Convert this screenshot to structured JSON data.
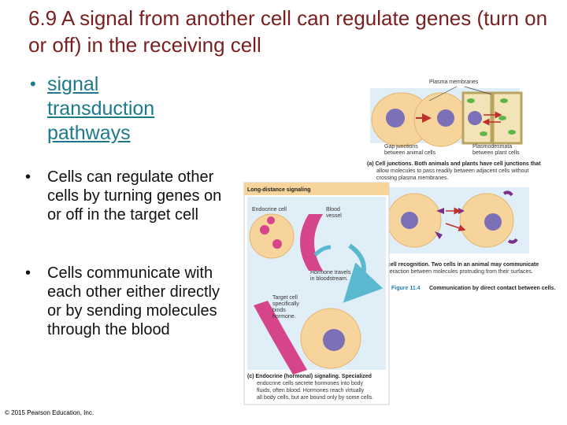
{
  "slide": {
    "title": "6.9 A signal from another cell can regulate genes (turn on or off) in the receiving cell",
    "bullet_main": "signal transduction pathways",
    "bullets": [
      "Cells can regulate other cells by turning genes on or off in the target cell",
      "Cells communicate with each other either directly or by sending molecules through the blood"
    ],
    "copyright": "© 2015 Pearson Education, Inc."
  },
  "figure": {
    "plasma_membranes": "Plasma membranes",
    "gap_junctions_1": "Gap junctions",
    "gap_junctions_2": "between animal cells",
    "plasmodesmata_1": "Plasmodesmata",
    "plasmodesmata_2": "between plant cells",
    "caption_a_1": "(a) Cell junctions. Both animals and plants have cell junctions that",
    "caption_a_2": "allow molecules to pass readily between adjacent cells without",
    "caption_a_3": "crossing plasma membranes.",
    "caption_b_1": "(b) Cell-cell recognition. Two cells in an animal may communicate",
    "caption_b_2": "by interaction between molecules protruding from their surfaces.",
    "figure_num": "Figure 11.4",
    "figure_caption": "Communication by direct contact between cells.",
    "long_distance": "Long-distance signaling",
    "endocrine_cell": "Endocrine cell",
    "blood_1": "Blood",
    "blood_2": "vessel",
    "hormone_1": "Hormone travels",
    "hormone_2": "in bloodstream.",
    "target_1": "Target cell",
    "target_2": "specifically",
    "target_3": "binds",
    "target_4": "hormone.",
    "caption_c_1": "(c) Endocrine (hormonal) signaling. Specialized",
    "caption_c_2": "endocrine cells secrete hormones into body",
    "caption_c_3": "fluids, often blood. Hormones reach virtually",
    "caption_c_4": "all body cells, but are bound only by some cells."
  },
  "colors": {
    "title": "#7a1f1f",
    "accent": "#1c7a8c",
    "panel_bg": "#e0eef7",
    "cell": "#f6d49c",
    "nucleus": "#7c70b8",
    "vessel": "#d6458a",
    "arrow": "#5ab8cf"
  }
}
